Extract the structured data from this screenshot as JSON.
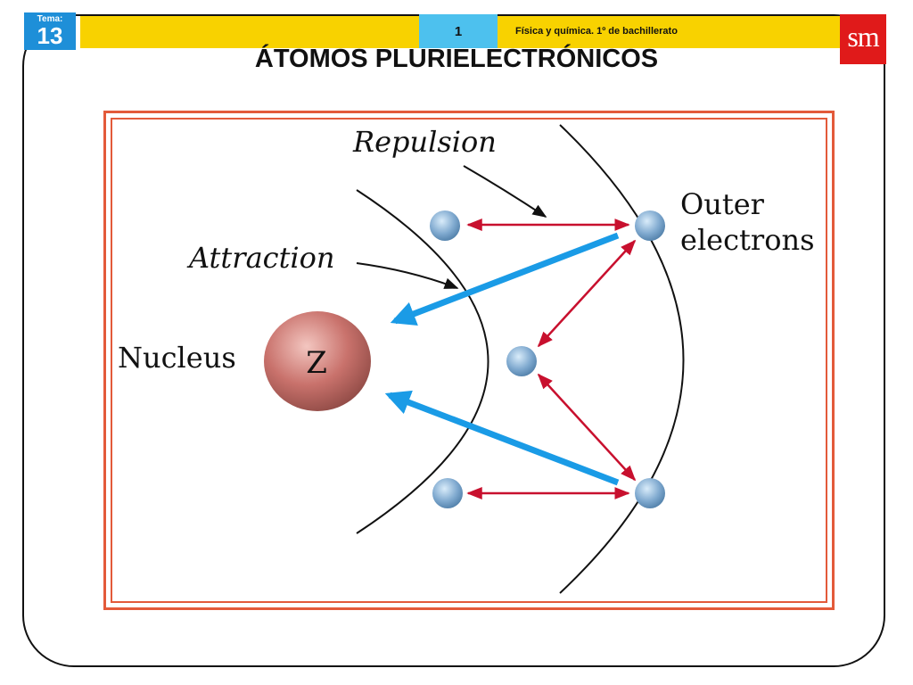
{
  "header": {
    "tema_label": "Tema:",
    "tema_number": "13",
    "slide_number": "1",
    "course": "Física y química. 1º de bachillerato",
    "logo": "sm"
  },
  "title": "ÁTOMOS PLURIELECTRÓNICOS",
  "diagram": {
    "labels": {
      "repulsion": "Repulsion",
      "attraction": "Attraction",
      "outer_line1": "Outer",
      "outer_line2": "electrons",
      "nucleus": "Nucleus",
      "z": "Z"
    },
    "colors": {
      "repulsion_arrow": "#c8102e",
      "attraction_arrow": "#1a9be6",
      "nucleus": "#c9726c",
      "electron": "#7fa9cf",
      "frame": "#e35a3a"
    }
  }
}
